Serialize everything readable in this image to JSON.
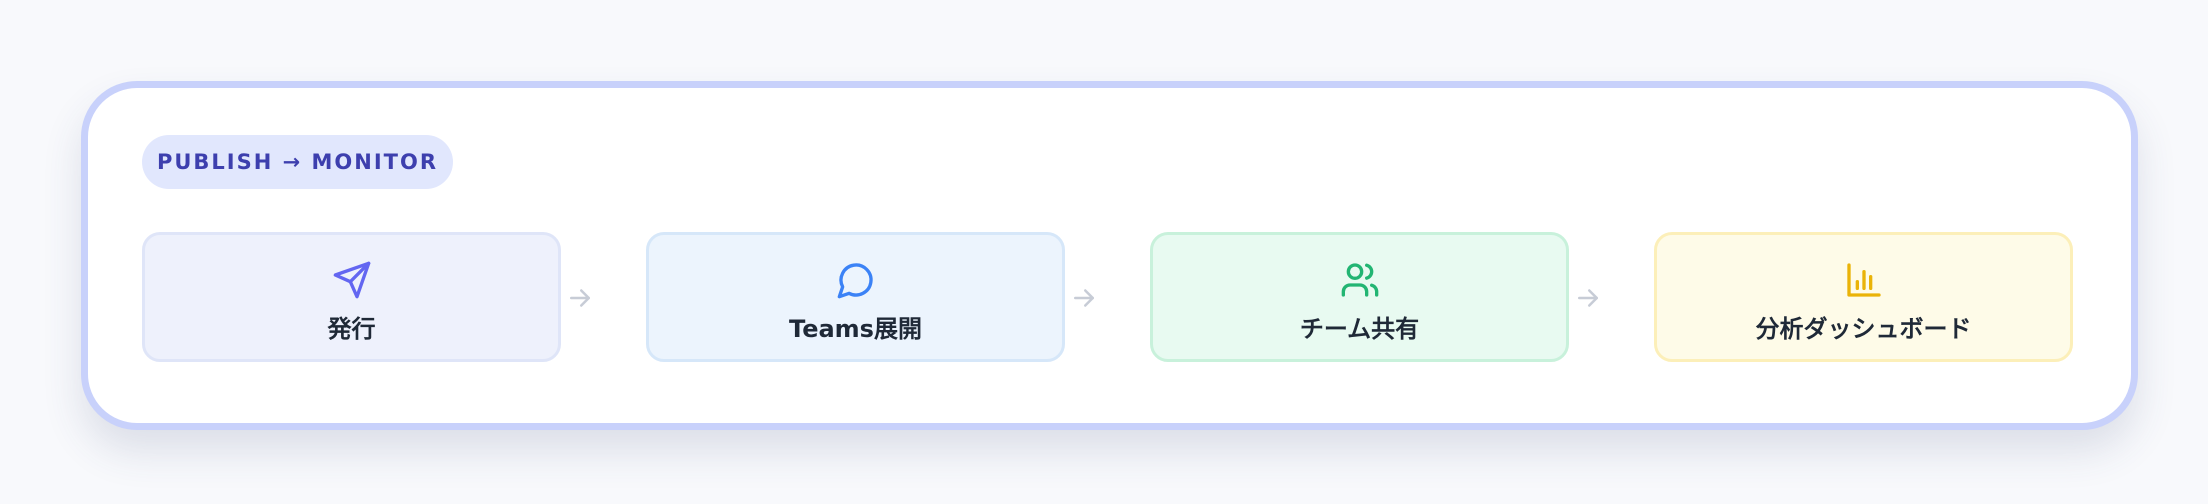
{
  "badge": {
    "label": "PUBLISH → MONITOR"
  },
  "steps": [
    {
      "label": "発行",
      "icon": "send-icon",
      "color": "#6366f1"
    },
    {
      "label": "Teams展開",
      "icon": "chat-bubble-icon",
      "color": "#3b82f6"
    },
    {
      "label": "チーム共有",
      "icon": "users-icon",
      "color": "#22b573"
    },
    {
      "label": "分析ダッシュボード",
      "icon": "bar-chart-icon",
      "color": "#eab308"
    }
  ],
  "colors": {
    "card_border": "#c8d1fb",
    "badge_text": "#3d3fae",
    "badge_bg": "#e1e7fd",
    "arrow": "#c7ccd6"
  }
}
